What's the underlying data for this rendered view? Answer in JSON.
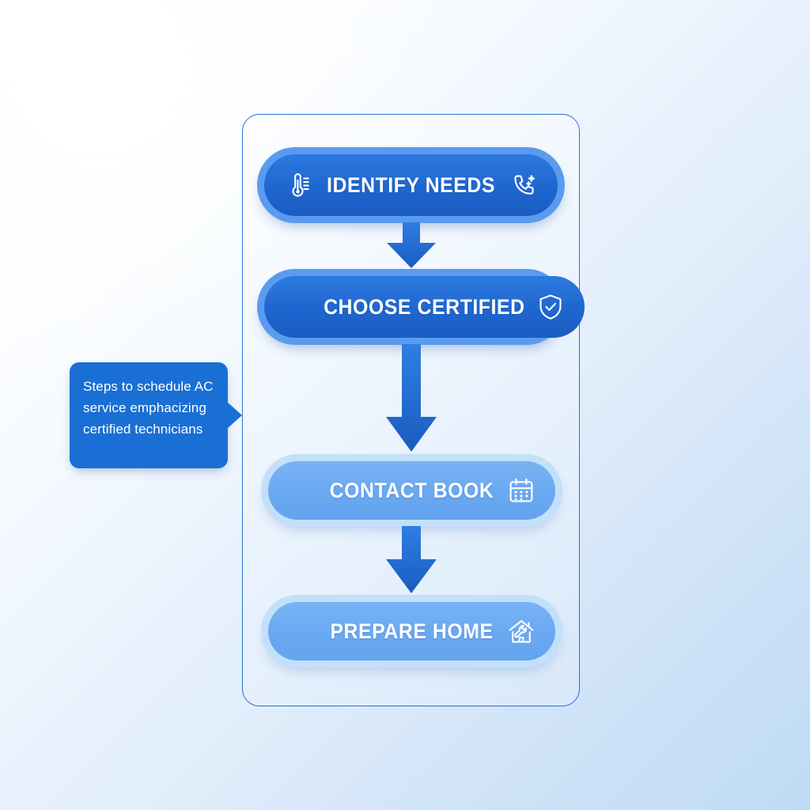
{
  "diagram": {
    "title": "AC service scheduling steps flowchart",
    "background": {
      "from": "#ffffff",
      "to": "#bedbf4"
    },
    "panel": {
      "border_color": "#2b6fd4"
    },
    "steps": [
      {
        "label": "IDENTIFY NEEDS",
        "style": "dark",
        "fill": "#1f66cf",
        "ring": "#5a9bf0",
        "left_icon": "thermometer-icon",
        "right_icon": "phone-sparkle-icon"
      },
      {
        "label": "CHOOSE CERTIFIED",
        "style": "dark",
        "fill": "#1f66cf",
        "ring": "#5a9bf0",
        "left_icon": null,
        "right_icon": "shield-check-icon"
      },
      {
        "label": "CONTACT BOOK",
        "style": "light",
        "fill": "#6aa8f1",
        "ring": "#c3e0fb",
        "left_icon": null,
        "right_icon": "calendar-icon"
      },
      {
        "label": "PREPARE HOME",
        "style": "light",
        "fill": "#6aa8f1",
        "ring": "#c3e0fb",
        "left_icon": null,
        "right_icon": "house-wrench-icon"
      }
    ],
    "connectors": [
      {
        "name": "arrow-down-1",
        "direction": "down",
        "color": "#1f66cf"
      },
      {
        "name": "arrow-down-2",
        "direction": "down",
        "color": "#1f66cf"
      },
      {
        "name": "arrow-down-3",
        "direction": "down",
        "color": "#1f66cf"
      }
    ],
    "callout": {
      "text": "Steps to schedule AC service emphacizing certified technicians",
      "background": "#1a6fd4",
      "text_color": "#ffffff",
      "points_to": "CHOOSE CERTIFIED"
    }
  }
}
